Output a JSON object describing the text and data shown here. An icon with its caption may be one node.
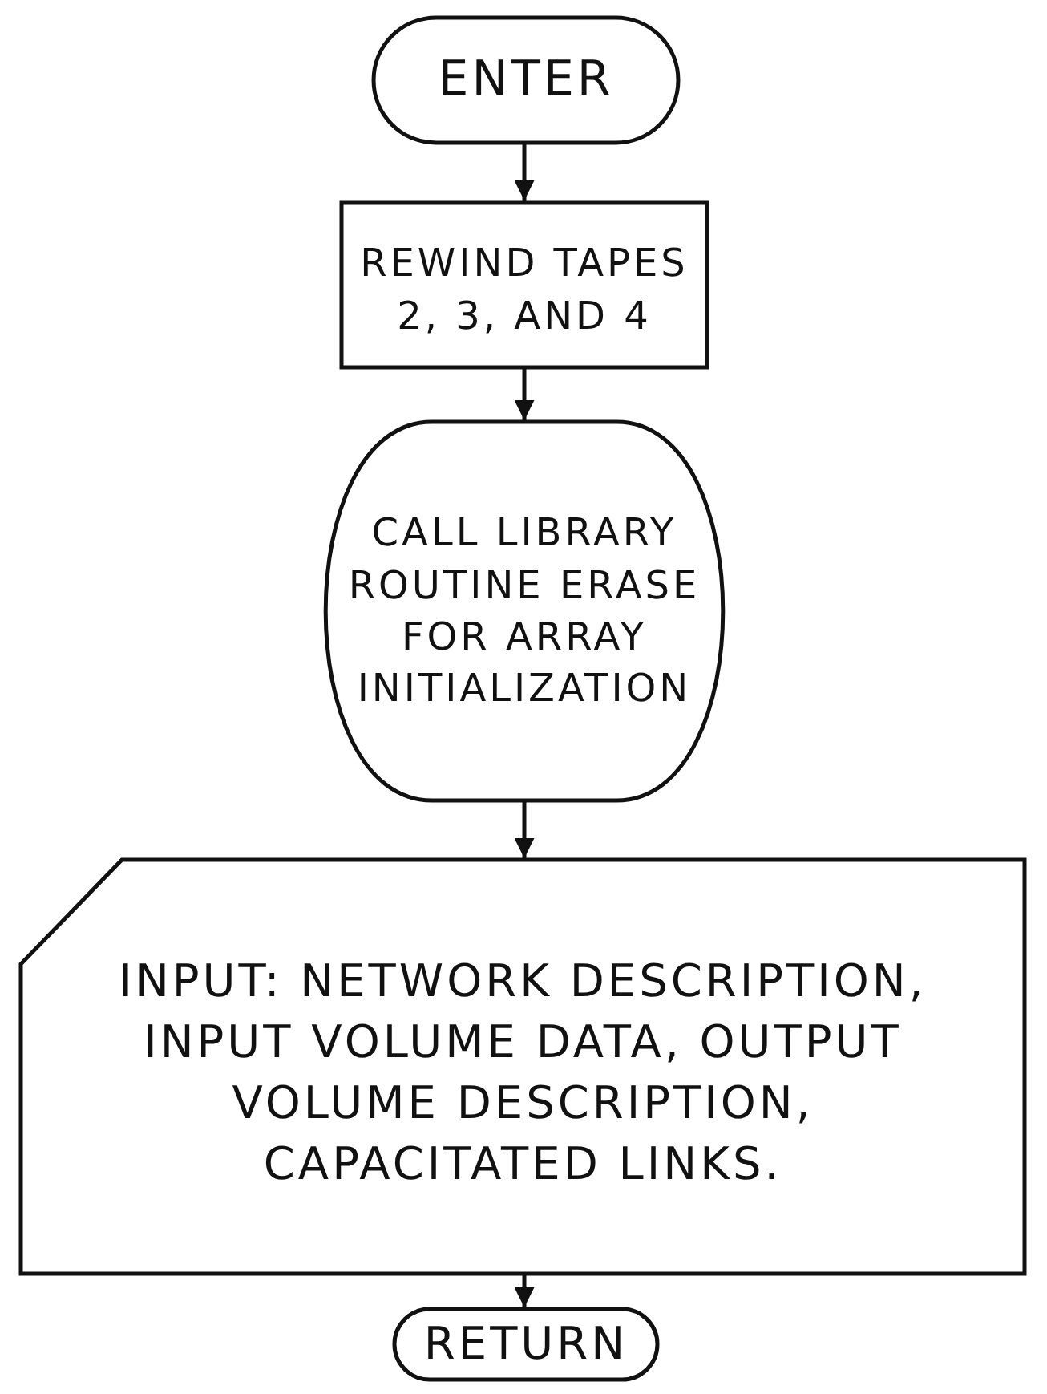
{
  "diagram": {
    "nodes": [
      {
        "text": [
          "ENTER"
        ]
      },
      {
        "text": [
          "REWIND TAPES 2, 3, AND 4"
        ]
      },
      {
        "text": [
          "CALL LIBRARY ROUTINE ERASE FOR ARRAY INITIALIZATION"
        ]
      },
      {
        "text": [
          "INPUT: NETWORK DESCRIPTION, INPUT VOLUME DATA, OUTPUT VOLUME DESCRIPTION, CAPACITATED LINKS."
        ]
      },
      {
        "text": [
          "RETURN"
        ]
      }
    ],
    "edges": [
      {
        "from": 0,
        "to": 1,
        "arrow": "to"
      },
      {
        "from": 1,
        "to": 2,
        "arrow": "to"
      },
      {
        "from": 2,
        "to": 3,
        "arrow": "to"
      },
      {
        "from": 3,
        "to": 4,
        "arrow": "to"
      }
    ]
  }
}
